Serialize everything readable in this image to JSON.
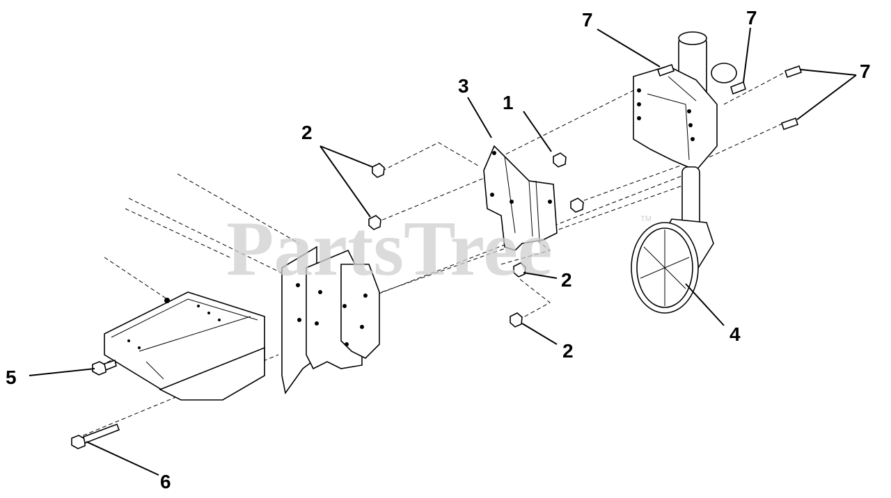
{
  "watermark": {
    "text": "PartsTree",
    "trademark": "TM"
  },
  "callouts": [
    {
      "id": "c1",
      "label": "1"
    },
    {
      "id": "c2a",
      "label": "2"
    },
    {
      "id": "c2b",
      "label": "2"
    },
    {
      "id": "c2c",
      "label": "2"
    },
    {
      "id": "c3",
      "label": "3"
    },
    {
      "id": "c4",
      "label": "4"
    },
    {
      "id": "c5",
      "label": "5"
    },
    {
      "id": "c6",
      "label": "6"
    },
    {
      "id": "c7a",
      "label": "7"
    },
    {
      "id": "c7b",
      "label": "7"
    },
    {
      "id": "c7c",
      "label": "7"
    }
  ]
}
